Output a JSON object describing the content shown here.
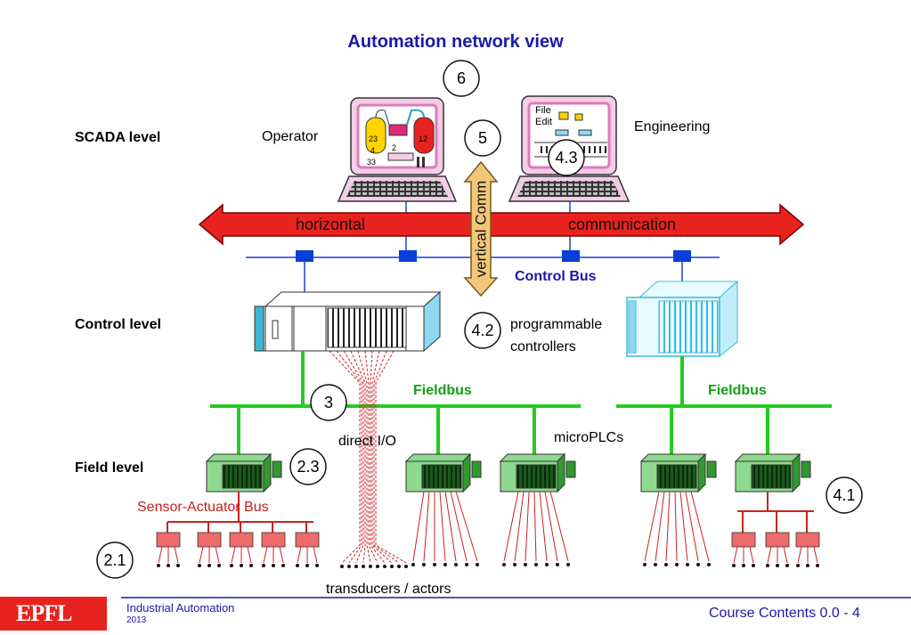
{
  "title": "Automation network view",
  "levels": {
    "scada": "SCADA level",
    "control": "Control level",
    "field": "Field level"
  },
  "labels": {
    "operator": "Operator",
    "engineering": "Engineering",
    "horizontal": "horizontal",
    "communication": "communication",
    "vertical": "vertical Comm",
    "control_bus": "Control Bus",
    "programmable_line1": "programmable",
    "programmable_line2": "controllers",
    "fieldbus": "Fieldbus",
    "direct_io": "direct I/O",
    "microplcs": "microPLCs",
    "sensor_actuator_bus": "Sensor-Actuator  Bus",
    "transducers": "transducers / actors",
    "file": "File",
    "edit": "Edit",
    "gauge1": "23",
    "gauge2": "12",
    "gauge_a": "4",
    "gauge_b": "2",
    "gauge_c": "33"
  },
  "markers": [
    "6",
    "5",
    "4.3",
    "4.2",
    "3",
    "2.3",
    "2.1",
    "4.1"
  ],
  "footer": {
    "course": "Industrial Automation",
    "year": "2013",
    "page": "Course Contents 0.0 - 4",
    "logo": "EPFL"
  },
  "colors": {
    "title_blue": "#1a1aa6",
    "arrow_red": "#e8231f",
    "fieldbus_green": "#22cc22",
    "sensor_red": "#cc2222",
    "vertical_orange": "#f2c77a",
    "monitor_pink": "#e07ab8",
    "light_pink": "#f4cde6"
  }
}
